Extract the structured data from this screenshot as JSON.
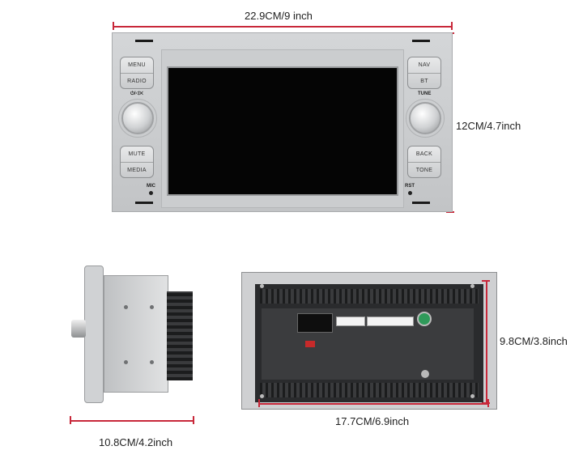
{
  "dimensions": {
    "width_label": "22.9CM/9 inch",
    "height_label": "12CM/4.7inch",
    "depth_label": "10.8CM/4.2inch",
    "rear_height_label": "9.8CM/3.8inch",
    "rear_width_label": "17.7CM/6.9inch"
  },
  "front_buttons": {
    "menu": "MENU",
    "radio": "RADIO",
    "mute": "MUTE",
    "media": "MEDIA",
    "nav": "NAV",
    "bt": "BT",
    "back": "BACK",
    "tone": "TONE"
  },
  "front_labels": {
    "mic": "MIC",
    "rst": "RST",
    "tune": "TUNE",
    "power": "⏻/◁✕"
  },
  "colors": {
    "dimension_line": "#c8283a",
    "panel": "#cbcdcf",
    "screen": "#050505"
  }
}
